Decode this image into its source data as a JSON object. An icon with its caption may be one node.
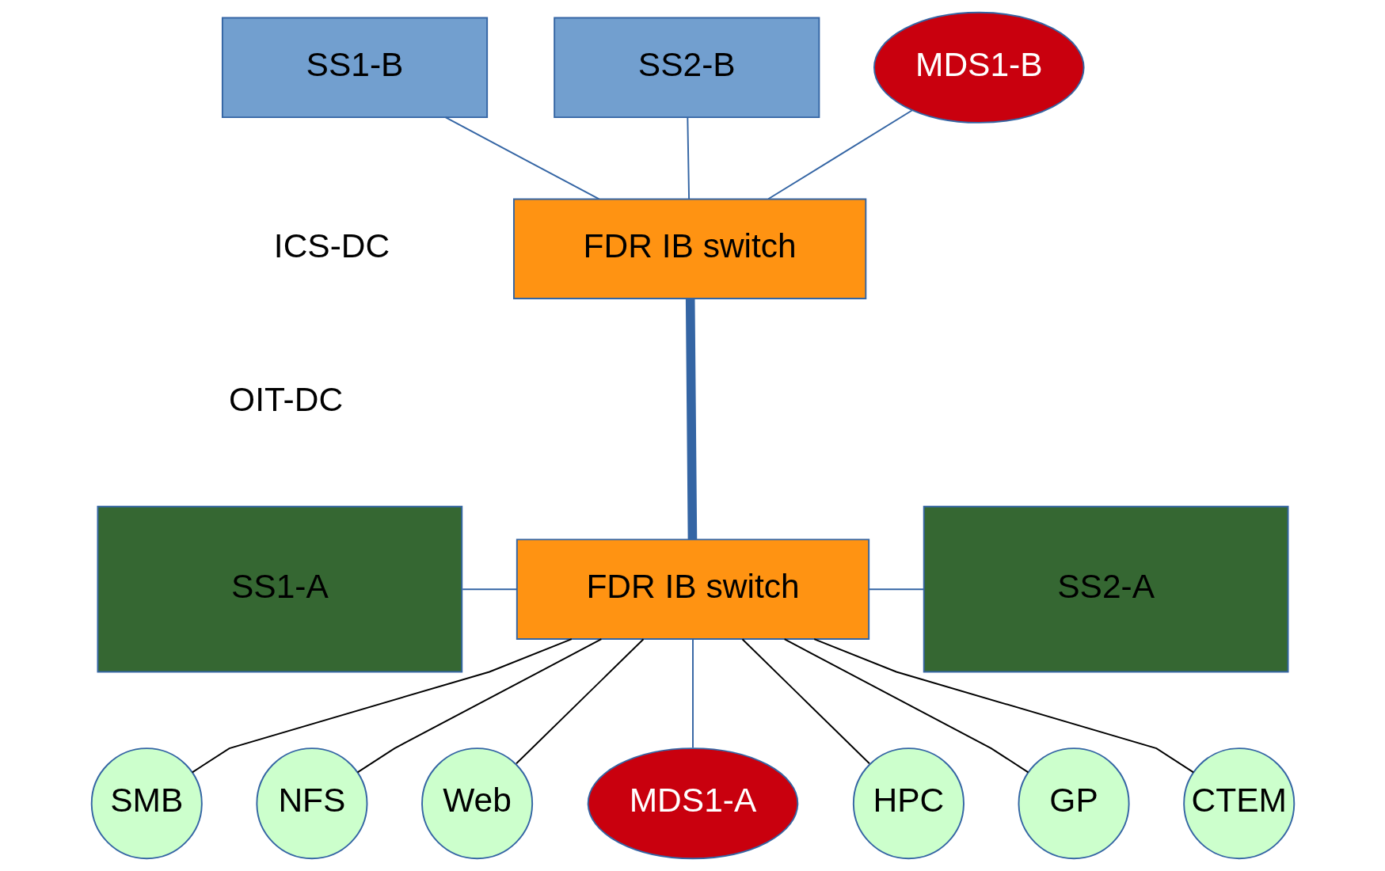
{
  "diagram": {
    "nodes": [
      {
        "text": [
          "SS1-B"
        ]
      },
      {
        "text": [
          "MDS1-B"
        ]
      },
      {
        "text": [
          "SS2-B"
        ]
      },
      {
        "text": [
          "FDR IB switch"
        ]
      },
      {
        "text": [
          "SS1-A"
        ]
      },
      {
        "text": [
          "FDR IB switch"
        ]
      },
      {
        "text": [
          "SS2-A"
        ]
      },
      {
        "text": [
          "SMB"
        ]
      },
      {
        "text": [
          "NFS"
        ]
      },
      {
        "text": [
          "Web"
        ]
      },
      {
        "text": [
          "MDS1-A"
        ]
      },
      {
        "text": [
          "HPC"
        ]
      },
      {
        "text": [
          "GP"
        ]
      },
      {
        "text": [
          "CTEM"
        ]
      }
    ],
    "edges": [
      {
        "from": 0,
        "to": 3,
        "arrow": "none"
      },
      {
        "from": 1,
        "to": 3,
        "arrow": "none"
      },
      {
        "from": 2,
        "to": 3,
        "arrow": "none"
      },
      {
        "from": 3,
        "to": 5,
        "arrow": "none",
        "style": "thick"
      },
      {
        "from": 4,
        "to": 5,
        "arrow": "none"
      },
      {
        "from": 5,
        "to": 6,
        "arrow": "none"
      },
      {
        "from": 5,
        "to": 7,
        "arrow": "none",
        "color": "#000000"
      },
      {
        "from": 5,
        "to": 8,
        "arrow": "none",
        "color": "#000000"
      },
      {
        "from": 5,
        "to": 9,
        "arrow": "none",
        "color": "#000000"
      },
      {
        "from": 5,
        "to": 10,
        "arrow": "none"
      },
      {
        "from": 5,
        "to": 11,
        "arrow": "none",
        "color": "#000000"
      },
      {
        "from": 5,
        "to": 12,
        "arrow": "none",
        "color": "#000000"
      },
      {
        "from": 5,
        "to": 13,
        "arrow": "none",
        "color": "#000000"
      }
    ],
    "labels": [
      "ICS-DC",
      "OIT-DC"
    ]
  }
}
